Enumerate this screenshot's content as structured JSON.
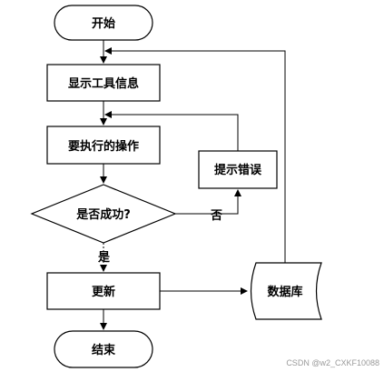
{
  "nodes": {
    "start": "开始",
    "show_tool_info": "显示工具信息",
    "operation": "要执行的操作",
    "decision": "是否成功?",
    "error_prompt": "提示错误",
    "update": "更新",
    "database": "数据库",
    "end": "结束"
  },
  "edges": {
    "yes": "是",
    "no": "否"
  },
  "watermark": "CSDN @w2_CXKF10088"
}
